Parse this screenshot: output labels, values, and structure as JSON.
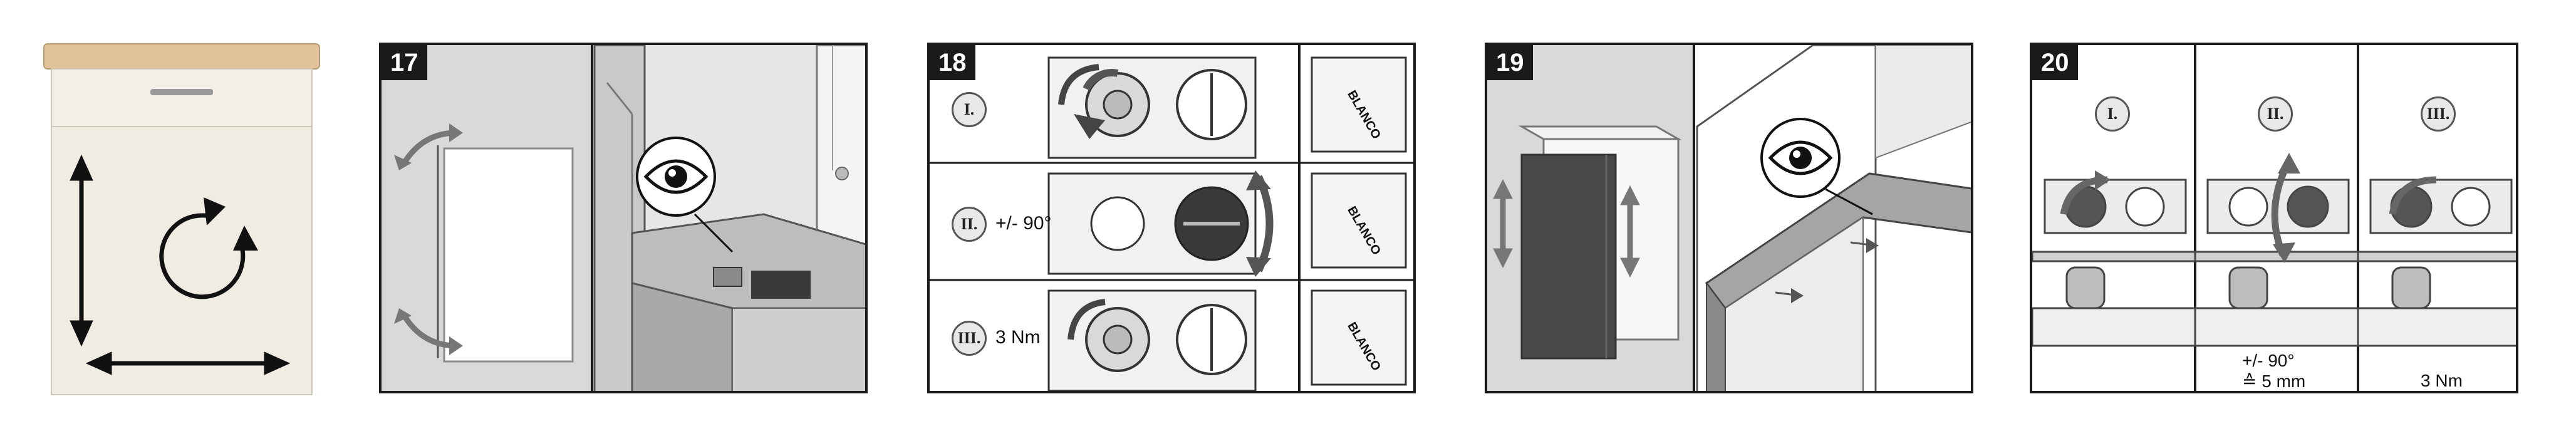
{
  "steps": {
    "s17": {
      "number": "17"
    },
    "s18": {
      "number": "18",
      "rows": [
        {
          "roman": "I.",
          "label": ""
        },
        {
          "roman": "II.",
          "label": "+/- 90°"
        },
        {
          "roman": "III.",
          "label": "3 Nm"
        }
      ],
      "brand": "BLANCO"
    },
    "s19": {
      "number": "19"
    },
    "s20": {
      "number": "20",
      "cols": [
        {
          "roman": "I.",
          "caption_line1": "",
          "caption_line2": ""
        },
        {
          "roman": "II.",
          "caption_line1": "+/- 90°",
          "caption_line2": "≙ 5 mm"
        },
        {
          "roman": "III.",
          "caption_line1": "3 Nm",
          "caption_line2": ""
        }
      ]
    }
  },
  "colors": {
    "frame": "#1a1a1a",
    "panel_gray": "#d9d9d9",
    "cabinet_cream": "#f1ece2",
    "worktop_wood": "#e2c49a",
    "dark_front": "#4a4a4a"
  },
  "icons": [
    "eye-icon",
    "rotate-arrow-icon",
    "double-arrow-icon"
  ]
}
